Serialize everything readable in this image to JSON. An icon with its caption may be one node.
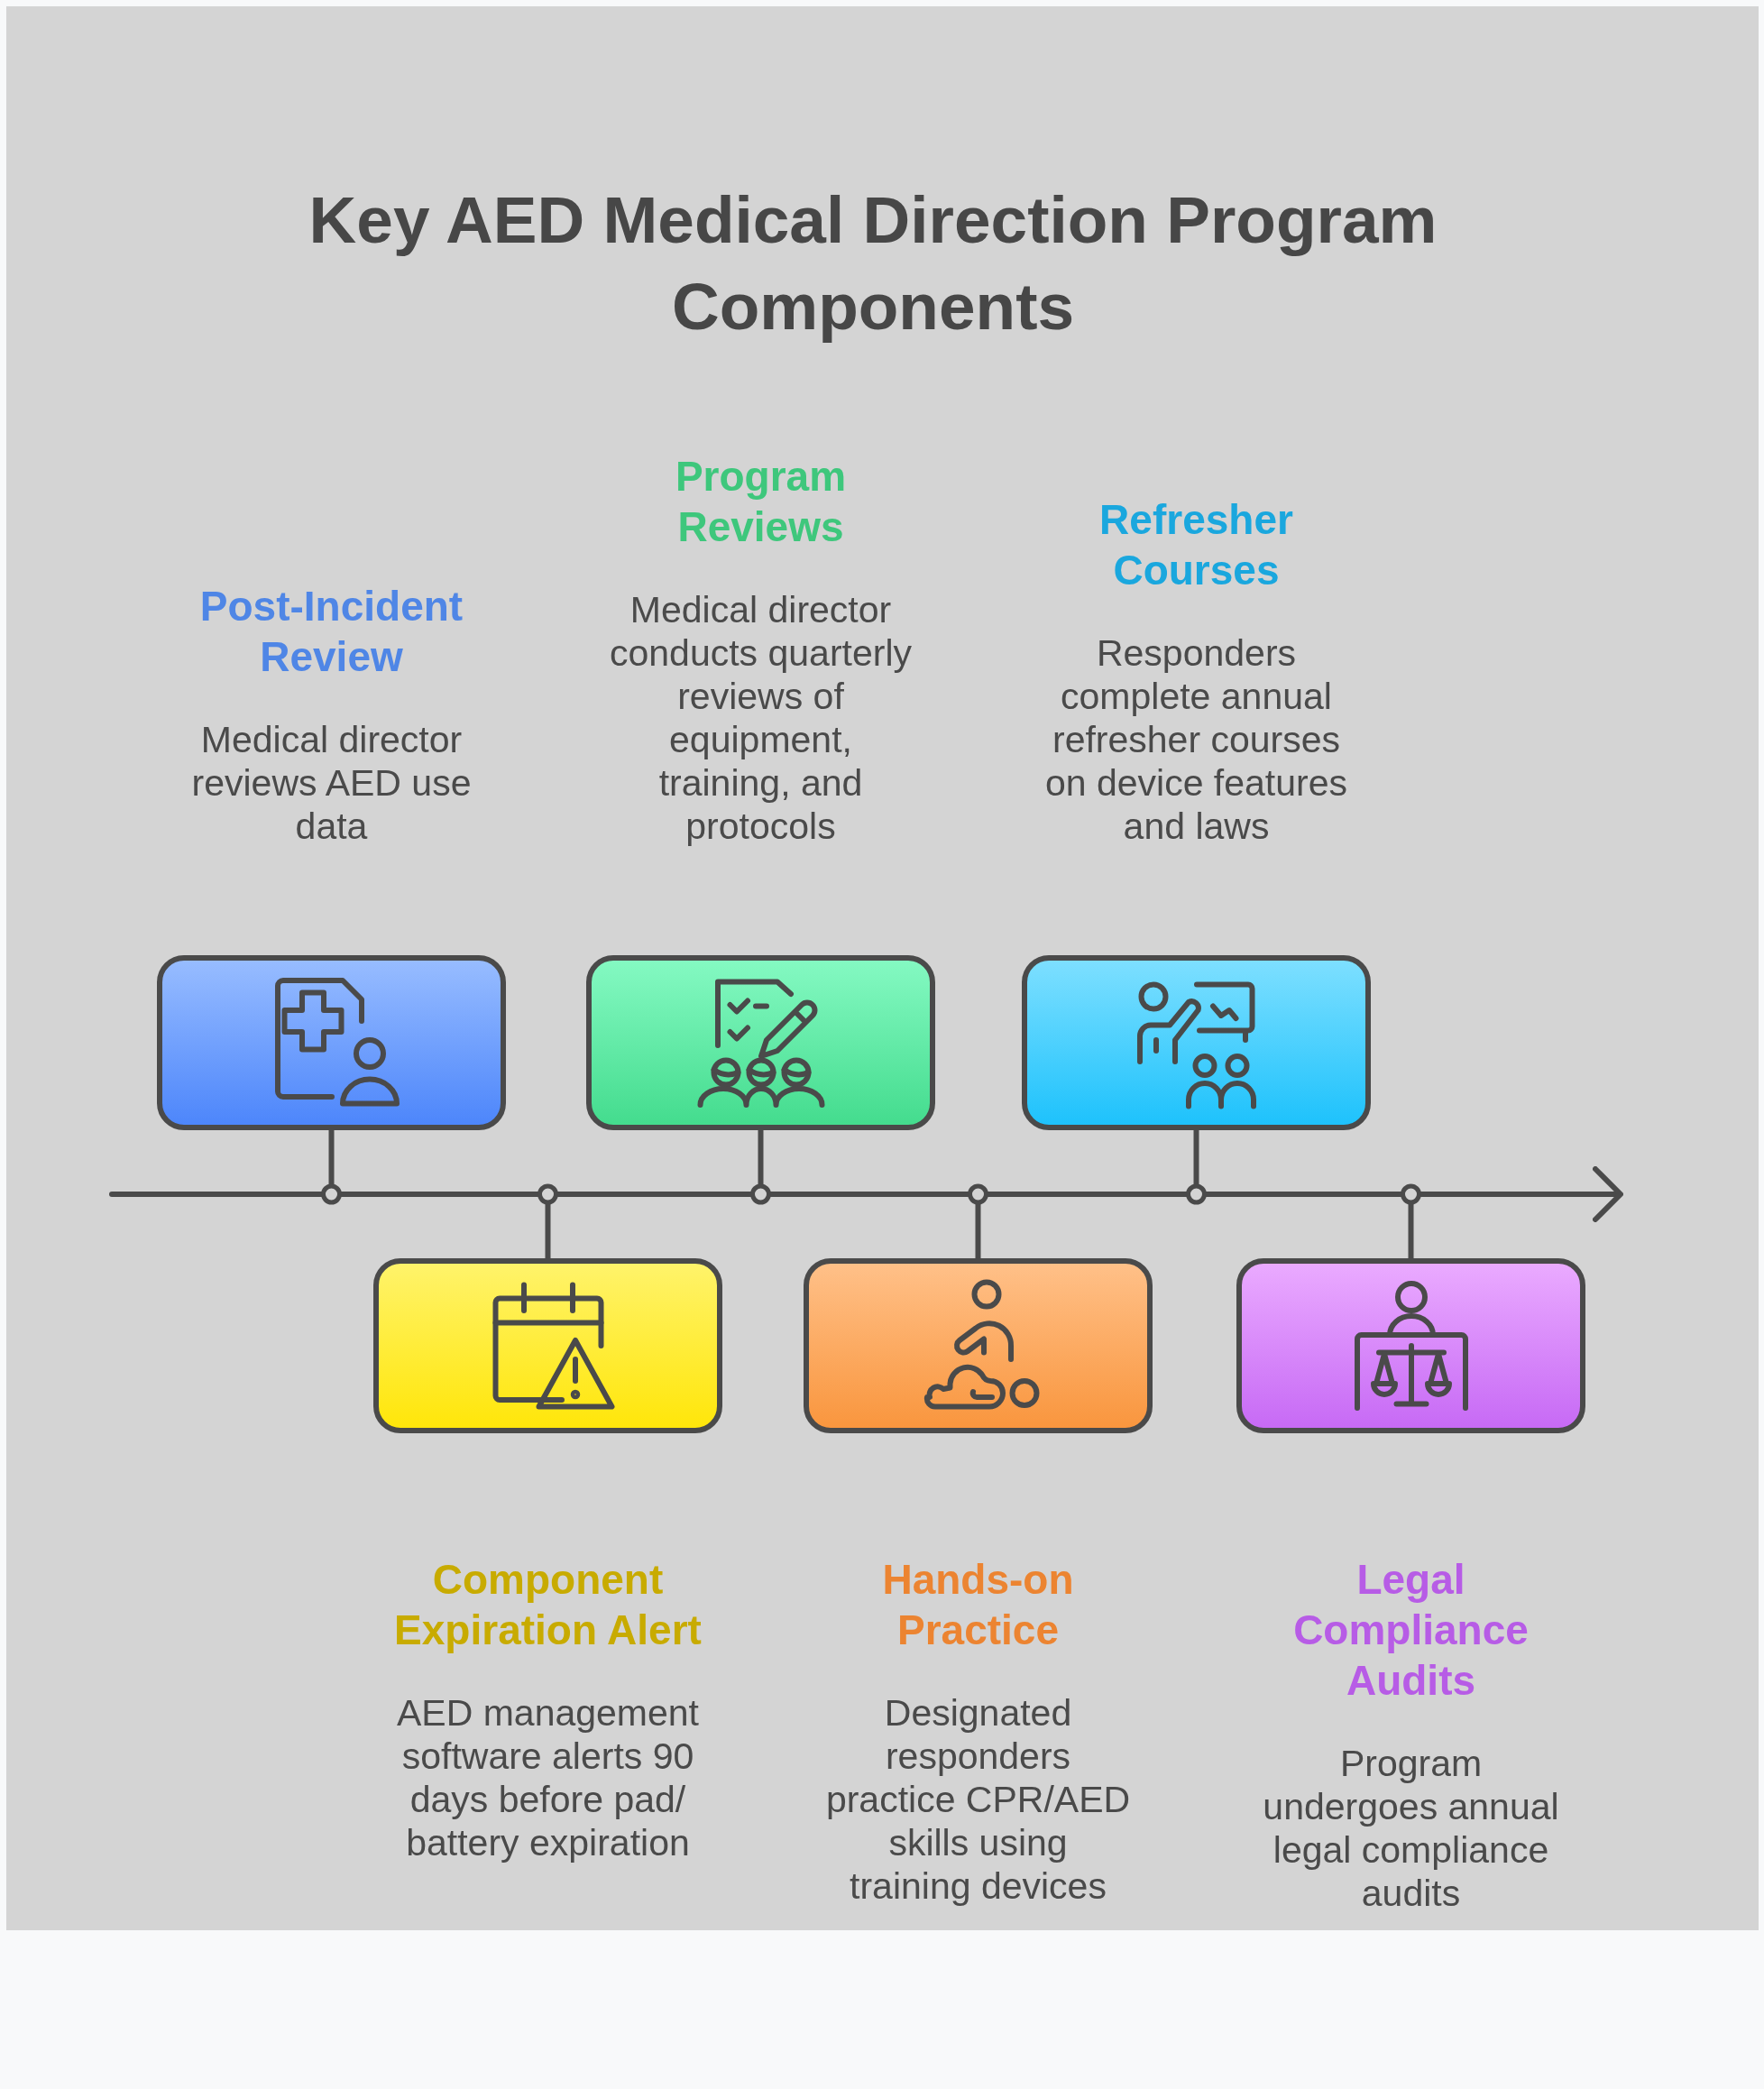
{
  "diagram": {
    "title": "Key AED Medical Direction Program Components",
    "nodes": [
      {
        "text": [
          "Post-Incident Review",
          "Medical director reviews AED use data"
        ]
      },
      {
        "text": [
          "Component Expiration Alert"
        ]
      },
      {
        "text": [
          "Program Reviews",
          "Medical director conducts quarterly reviews of equipment, training, and protocols"
        ]
      },
      {
        "text": [
          "Hands-on Practice"
        ]
      },
      {
        "text": [
          "Refresher Courses",
          "Responders complete annual refresher courses on device features and laws"
        ]
      },
      {
        "text": [
          "Legal Compliance Audits"
        ]
      },
      {
        "text": [],
        "shape": "arrow"
      }
    ],
    "edges": [
      {
        "from": 0,
        "to": 6,
        "arrow": "other"
      },
      {
        "from": 1,
        "to": 6,
        "arrow": "other"
      },
      {
        "from": 2,
        "to": 6,
        "arrow": "other"
      },
      {
        "from": 3,
        "to": 6,
        "arrow": "other"
      },
      {
        "from": 4,
        "to": 6,
        "arrow": "other"
      },
      {
        "from": 5,
        "to": 6,
        "arrow": "other"
      }
    ],
    "labels": [
      "AED management software alerts 90 days before pad/ battery expiration",
      "Designated responders practice CPR/AED skills using training devices",
      "Program undergoes annual legal compliance audits"
    ]
  }
}
